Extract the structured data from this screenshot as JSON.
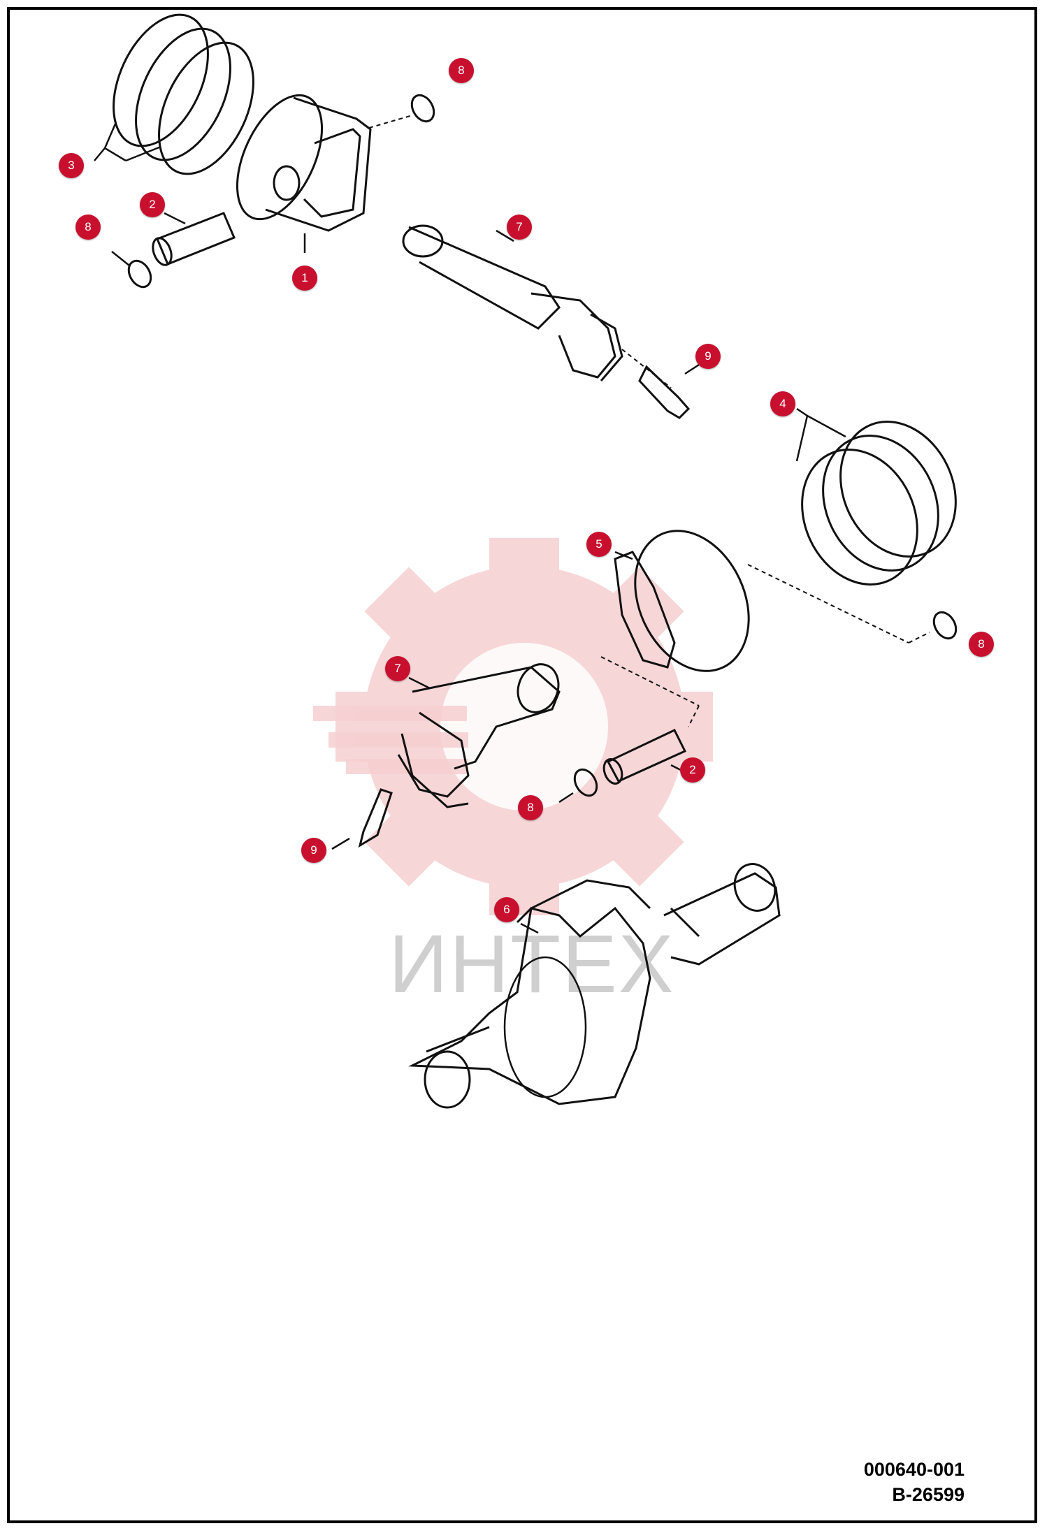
{
  "watermark": {
    "text": "ИНТЕХ",
    "color": "#f3c0c3"
  },
  "accent_color": "#c8102e",
  "callouts": [
    {
      "label": "3",
      "name": "callout-3-piston-rings"
    },
    {
      "label": "2",
      "name": "callout-2-piston-pin"
    },
    {
      "label": "8",
      "name": "callout-8-snap-ring-left"
    },
    {
      "label": "1",
      "name": "callout-1-piston"
    },
    {
      "label": "8",
      "name": "callout-8-snap-ring-top"
    },
    {
      "label": "7",
      "name": "callout-7-connecting-rod-top"
    },
    {
      "label": "9",
      "name": "callout-9-rod-bolt-top"
    },
    {
      "label": "4",
      "name": "callout-4-piston-rings-right"
    },
    {
      "label": "5",
      "name": "callout-5-piston-right"
    },
    {
      "label": "8",
      "name": "callout-8-snap-ring-right"
    },
    {
      "label": "7",
      "name": "callout-7-connecting-rod-lower"
    },
    {
      "label": "2",
      "name": "callout-2-piston-pin-lower"
    },
    {
      "label": "8",
      "name": "callout-8-snap-ring-lower"
    },
    {
      "label": "9",
      "name": "callout-9-rod-bolt-lower"
    },
    {
      "label": "6",
      "name": "callout-6-crankshaft"
    }
  ],
  "part_numbers": {
    "line1": "000640-001",
    "line2": "B-26599"
  }
}
